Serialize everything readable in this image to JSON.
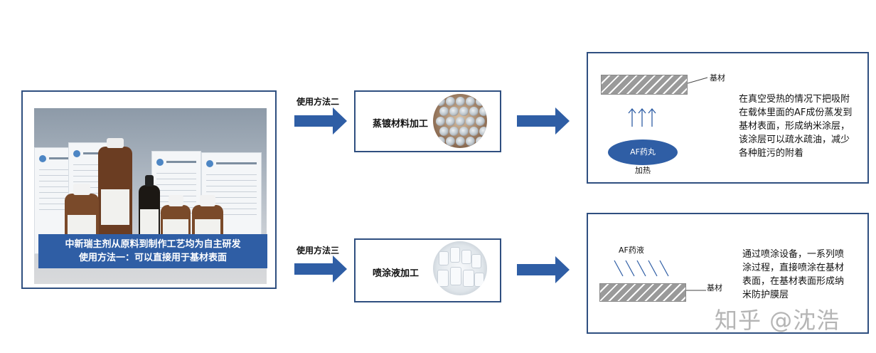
{
  "left_panel": {
    "caption_line1": "中新瑞主剂从原料到制作工艺均为自主研发",
    "caption_line2": "使用方法一：可以直接用于基材表面"
  },
  "method_two": {
    "label": "使用方法二",
    "process_label": "蒸镀材料加工",
    "diagram": {
      "substrate_label": "基材",
      "pellet_label": "AF药丸",
      "heat_label": "加热"
    },
    "description": "在真空受热的情况下把吸附在载体里面的AF成份蒸发到基材表面，形成纳米涂层，该涂层可以疏水疏油，减少各种脏污的附着"
  },
  "method_three": {
    "label": "使用方法三",
    "process_label": "喷涂液加工",
    "diagram": {
      "liquid_label": "AF药液",
      "substrate_label": "基材"
    },
    "description": "通过喷涂设备，一系列喷涂过程，直接喷涂在基材表面，在基材表面形成纳米防护膜层"
  },
  "watermark": "知乎 @沈浩",
  "colors": {
    "frame": "#2f4f80",
    "arrow": "#2f5ea5",
    "caption_bg": "#2f5ea5",
    "pellet": "#2f5ea5"
  }
}
